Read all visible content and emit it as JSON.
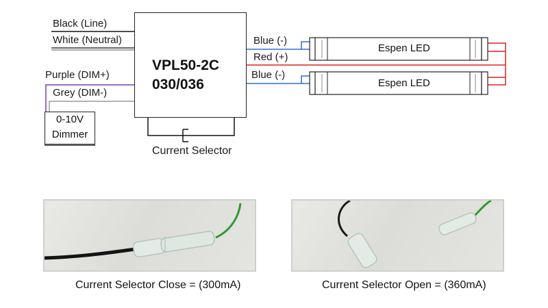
{
  "wires": {
    "black_line": "Black (Line)",
    "white_neutral": "White (Neutral)",
    "purple_dim_plus": "Purple (DIM+)",
    "grey_dim_minus": "Grey (DIM-)",
    "blue_minus_top": "Blue (-)",
    "red_plus": "Red (+)",
    "blue_minus_bottom": "Blue (-)"
  },
  "driver": {
    "model_line1": "VPL50-2C",
    "model_line2": "030/036"
  },
  "dimmer": {
    "line1": "0-10V",
    "line2": "Dimmer"
  },
  "current_selector_label": "Current Selector",
  "tubes": [
    {
      "label": "Espen LED"
    },
    {
      "label": "Espen LED"
    }
  ],
  "photos": {
    "closed_caption": "Current Selector Close = (300mA)",
    "open_caption": "Current Selector Open = (360mA)"
  },
  "colors": {
    "blue_wire": "#2f6fd6",
    "red_wire": "#e02020",
    "purple_wire": "#7a3fb0",
    "grey_wire": "#9a9a9a",
    "black_wire": "#111111",
    "green_wire": "#2f9a2f"
  }
}
